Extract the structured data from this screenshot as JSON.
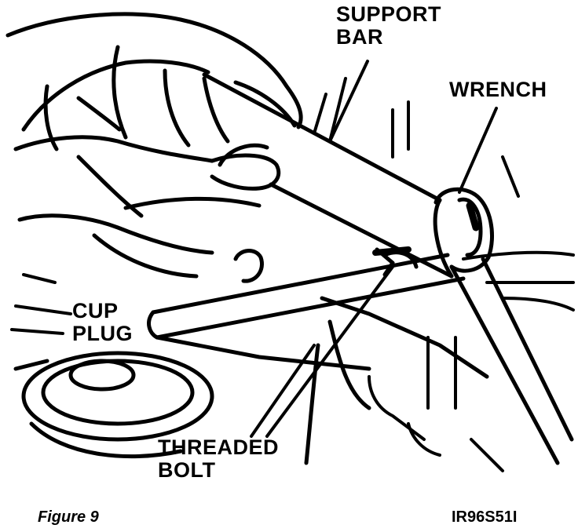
{
  "labels": {
    "support_bar": [
      "SUPPORT",
      "BAR"
    ],
    "wrench": "WRENCH",
    "cup_plug": [
      "CUP",
      "PLUG"
    ],
    "threaded_bolt": [
      "THREADED",
      "BOLT"
    ]
  },
  "caption": "Figure 9",
  "reference_code": "IR96S51I",
  "colors": {
    "ink": "#000000",
    "paper": "#ffffff"
  }
}
